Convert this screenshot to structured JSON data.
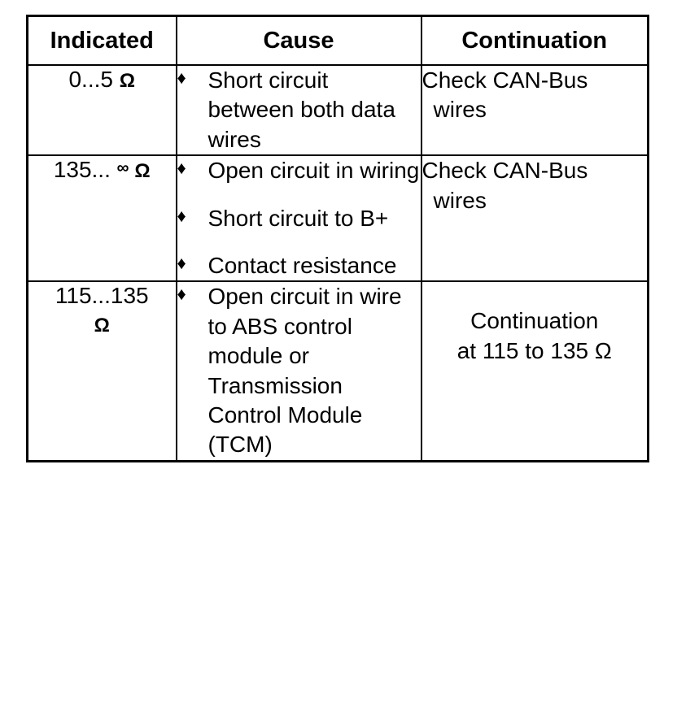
{
  "table": {
    "columns": [
      {
        "key": "indicated",
        "label": "Indicated"
      },
      {
        "key": "cause",
        "label": "Cause"
      },
      {
        "key": "continuation",
        "label": "Continuation"
      }
    ],
    "bullet_glyph": "♦",
    "bullet_icon_name": "diamond-bullet-icon",
    "ohm_symbol": "Ω",
    "infinity_symbol": "∞",
    "rows": [
      {
        "indicated": {
          "value_prefix": "0...5",
          "has_infinity": false,
          "unit": "Ω",
          "full_text": "0...5 Ω"
        },
        "causes": [
          "Short circuit between both data wires"
        ],
        "continuation": {
          "lines": [
            "Check CAN-Bus",
            "wires"
          ],
          "full_text": "Check CAN-Bus wires"
        }
      },
      {
        "indicated": {
          "value_prefix": "135...",
          "has_infinity": true,
          "unit": "Ω",
          "full_text": "135... ∞ Ω"
        },
        "causes": [
          "Open circuit in wiring",
          "Short circuit to B+",
          "Contact resistance"
        ],
        "continuation": {
          "lines": [
            "Check CAN-Bus",
            "wires"
          ],
          "full_text": "Check CAN-Bus wires"
        }
      },
      {
        "indicated": {
          "value_prefix": "115...135",
          "has_infinity": false,
          "unit": "Ω",
          "full_text": "115...135 Ω"
        },
        "causes": [
          "Open circuit in wire to ABS control module or Transmission Control Module (TCM)"
        ],
        "continuation": {
          "lines": [
            "Continuation",
            "at 115 to 135 Ω"
          ],
          "full_text": "Continuation at 115 to 135 Ω"
        }
      }
    ]
  },
  "colors": {
    "background": "#ffffff",
    "text": "#000000",
    "border": "#000000"
  }
}
